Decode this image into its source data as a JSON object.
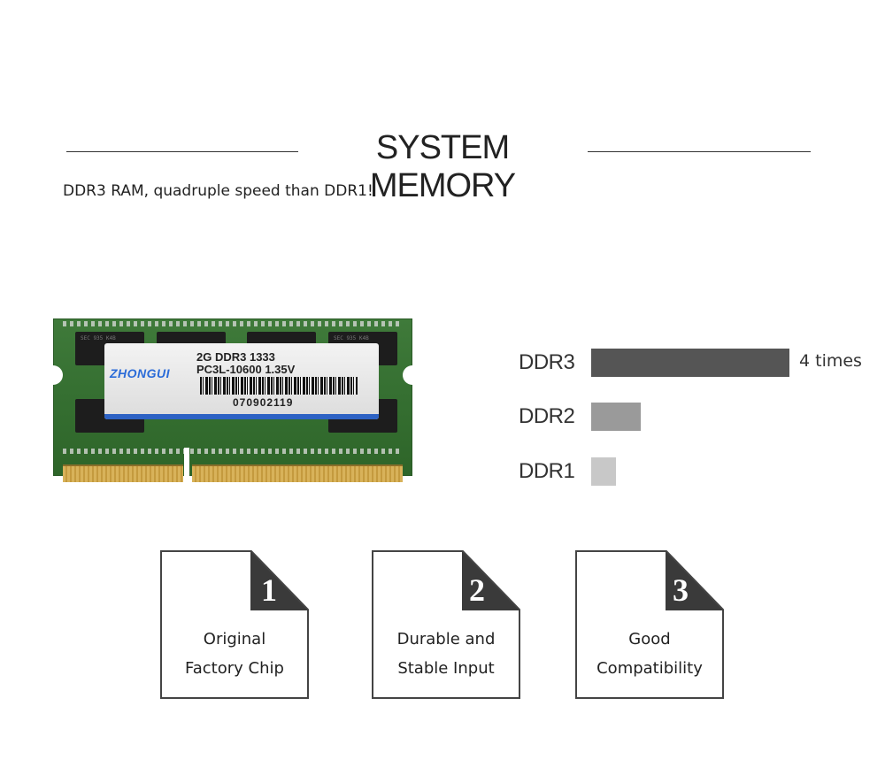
{
  "header": {
    "title": "SYSTEM MEMORY",
    "subtitle": "DDR3 RAM, quadruple speed than DDR1!"
  },
  "module": {
    "brand": "ZHONGUI",
    "line1": "2G DDR3 1333",
    "line2": "PC3L-10600 1.35V",
    "serial": "070902119",
    "chip_text": "SEC 935 K4B"
  },
  "comparison": {
    "items": [
      {
        "label": "DDR3",
        "relative": 4,
        "color": "#555555"
      },
      {
        "label": "DDR2",
        "relative": 1,
        "color": "#9a9a9a"
      },
      {
        "label": "DDR1",
        "relative": 0.5,
        "color": "#c8c8c8"
      }
    ],
    "value_note": "4 times"
  },
  "features": [
    {
      "number": "1",
      "text": "Original\nFactory Chip"
    },
    {
      "number": "2",
      "text": "Durable and\nStable Input"
    },
    {
      "number": "3",
      "text": "Good\nCompatibility"
    }
  ]
}
